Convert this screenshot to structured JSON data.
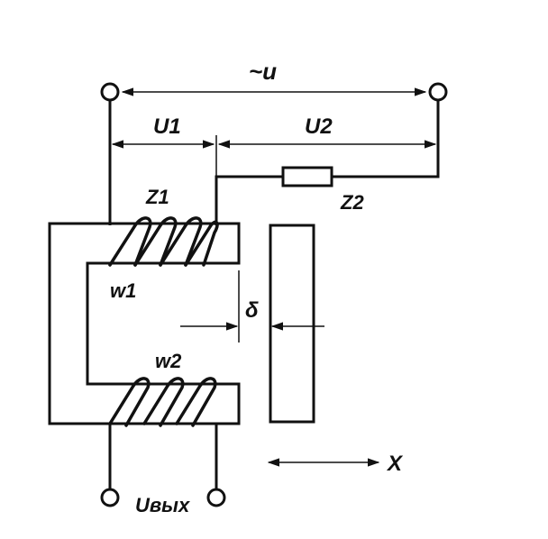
{
  "diagram": {
    "labels": {
      "source_voltage": "~u",
      "voltage_1": "U1",
      "voltage_2": "U2",
      "impedance_1": "Z1",
      "impedance_2": "Z2",
      "winding_1": "w1",
      "winding_2": "w2",
      "air_gap": "δ",
      "displacement": "X",
      "output_voltage": "Uвых"
    }
  }
}
